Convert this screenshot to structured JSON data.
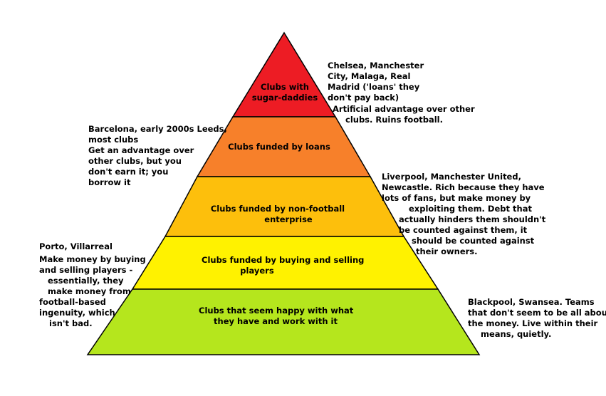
{
  "tiers": [
    {
      "label_lines": [
        "Clubs with",
        "sugar-daddies"
      ],
      "color": "#ed1c24"
    },
    {
      "label_lines": [
        "Clubs funded by loans"
      ],
      "color": "#f7802a"
    },
    {
      "label_lines": [
        "Clubs funded by non-football",
        "enterprise"
      ],
      "color": "#fdbf0c"
    },
    {
      "label_lines": [
        "Clubs funded by buying and selling",
        "players"
      ],
      "color": "#fff200"
    },
    {
      "label_lines": [
        "Clubs that seem happy with what",
        "they have and work with it"
      ],
      "color": "#b5e61d"
    }
  ],
  "annotations": {
    "sugar_daddies_examples": [
      "Chelsea, Manchester",
      "City, Malaga, Real",
      "Madrid ('loans' they",
      "don't pay back)"
    ],
    "sugar_daddies_comment": [
      "Artificial advantage over other",
      "clubs. Ruins football."
    ],
    "loans_examples": [
      "Barcelona, early 2000s Leeds,",
      "most clubs"
    ],
    "loans_comment": [
      "Get an advantage over",
      "other clubs, but you",
      "don't earn it; you",
      "borrow it"
    ],
    "enterprise_comment": [
      "Liverpool, Manchester United,",
      "Newcastle. Rich because they have",
      "lots of fans, but make money by",
      "exploiting them. Debt that",
      "actually hinders them shouldn't",
      "be counted against them, it",
      "should be counted against",
      "their owners."
    ],
    "trading_examples": [
      "Porto, Villarreal"
    ],
    "trading_comment": [
      "Make money by buying",
      "and selling players -",
      "essentially, they",
      "make money from",
      "football-based",
      "ingenuity, which",
      "isn't bad."
    ],
    "happy_comment": [
      "Blackpool, Swansea. Teams",
      "that don't seem to be all about",
      "the money. Live within their",
      "means, quietly."
    ]
  }
}
